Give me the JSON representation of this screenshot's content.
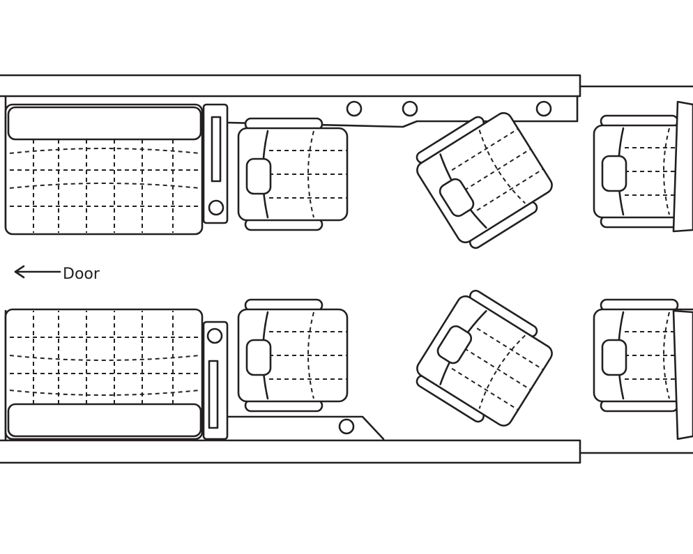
{
  "labels": {
    "door": "Door"
  },
  "colors": {
    "line": "#231f20",
    "background": "#ffffff"
  },
  "seats": {
    "divans": 2,
    "club_seats": 2,
    "swivel_seats": 2,
    "aft_seats": 2
  }
}
